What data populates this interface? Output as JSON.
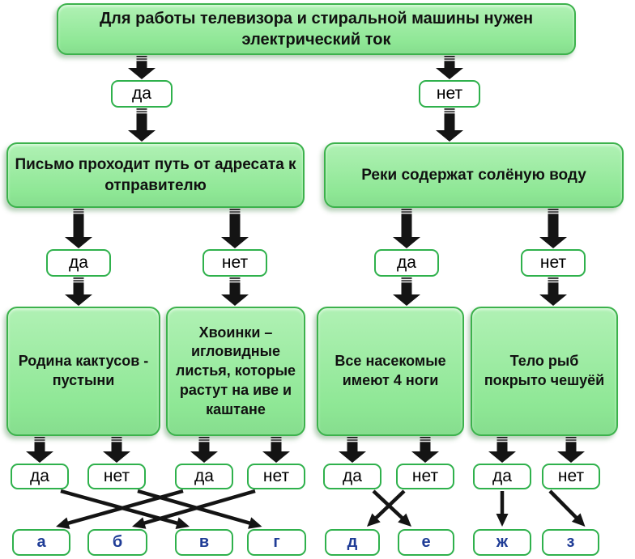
{
  "palette": {
    "box_fill_top": "#b0f1b4",
    "box_fill_bottom": "#8ee795",
    "box_border": "#3cb24c",
    "label_border": "#2fb14c",
    "letter_color": "#1f3c96",
    "arrow_color": "#141414",
    "text_color": "#111111"
  },
  "questions": {
    "root": "Для работы телевизора и стиральной машины нужен электрический ток",
    "letter_path": "Письмо проходит путь от адресата к отправителю",
    "rivers": "Реки содержат солёную воду",
    "cactus": "Родина кактусов - пустыни",
    "needles": "Хвоинки – игловидные листья, которые растут на иве и каштане",
    "insects": "Все насекомые имеют 4 ноги",
    "fish": "Тело рыб покрыто чешуёй"
  },
  "answers": {
    "yes": "да",
    "no": "нет"
  },
  "letters": [
    "а",
    "б",
    "в",
    "г",
    "д",
    "е",
    "ж",
    "з"
  ],
  "arrows": [
    {
      "from": "top",
      "to": "ans-top-yes",
      "type": "block"
    },
    {
      "from": "top",
      "to": "ans-top-no",
      "type": "block"
    },
    {
      "from": "ans-top-yes",
      "to": "q-left",
      "type": "block"
    },
    {
      "from": "ans-top-no",
      "to": "q-right",
      "type": "block"
    },
    {
      "from": "q-left",
      "to": "ans-left-yes",
      "type": "block"
    },
    {
      "from": "q-left",
      "to": "ans-left-no",
      "type": "block"
    },
    {
      "from": "q-right",
      "to": "ans-right-yes",
      "type": "block"
    },
    {
      "from": "q-right",
      "to": "ans-right-no",
      "type": "block"
    },
    {
      "from": "ans-left-yes",
      "to": "q-a",
      "type": "block"
    },
    {
      "from": "ans-left-no",
      "to": "q-b",
      "type": "block"
    },
    {
      "from": "ans-right-yes",
      "to": "q-c",
      "type": "block"
    },
    {
      "from": "ans-right-no",
      "to": "q-d",
      "type": "block"
    },
    {
      "from": "q-a",
      "to": "ans-a-yes",
      "type": "block"
    },
    {
      "from": "q-a",
      "to": "ans-a-no",
      "type": "block"
    },
    {
      "from": "q-b",
      "to": "ans-b-yes",
      "type": "block"
    },
    {
      "from": "q-b",
      "to": "ans-b-no",
      "type": "block"
    },
    {
      "from": "q-c",
      "to": "ans-c-yes",
      "type": "block"
    },
    {
      "from": "q-c",
      "to": "ans-c-no",
      "type": "block"
    },
    {
      "from": "q-d",
      "to": "ans-d-yes",
      "type": "block"
    },
    {
      "from": "q-d",
      "to": "ans-d-no",
      "type": "block"
    },
    {
      "from": "ans-a-yes",
      "to": "letter-v",
      "type": "thin"
    },
    {
      "from": "ans-a-no",
      "to": "letter-g",
      "type": "thin"
    },
    {
      "from": "ans-b-yes",
      "to": "letter-a",
      "type": "thin"
    },
    {
      "from": "ans-b-no",
      "to": "letter-b",
      "type": "thin"
    },
    {
      "from": "ans-c-yes",
      "to": "letter-e",
      "type": "thin"
    },
    {
      "from": "ans-c-no",
      "to": "letter-d",
      "type": "thin"
    },
    {
      "from": "ans-d-yes",
      "to": "letter-zh",
      "type": "thin"
    },
    {
      "from": "ans-d-no",
      "to": "letter-z",
      "type": "thin"
    }
  ]
}
